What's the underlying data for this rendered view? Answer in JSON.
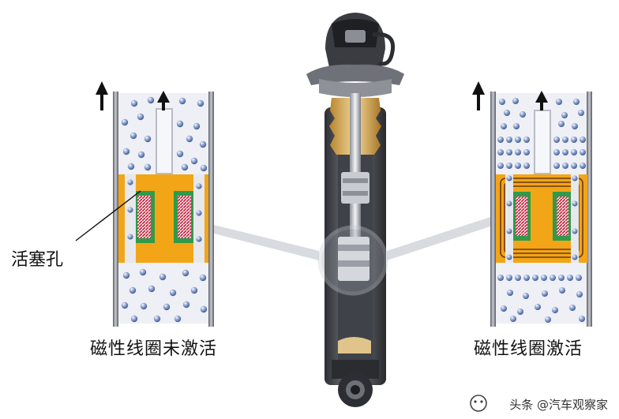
{
  "labels": {
    "piston_hole": "活塞孔",
    "left_caption": "磁性线圈未激活",
    "right_caption": "磁性线圈激活",
    "watermark": "头条 @汽车观察家"
  },
  "colors": {
    "fluid_bg": "#eef0f5",
    "piston_gold": "#f2a516",
    "coil_red": "#c8203a",
    "coil_green": "#2f9b4a",
    "ball_blue": "#6f86b8",
    "tube_gray": "#8a8d95",
    "field_line": "#6b3a1a"
  },
  "icons": [
    "up-arrow-icon",
    "watermark-logo-icon"
  ]
}
